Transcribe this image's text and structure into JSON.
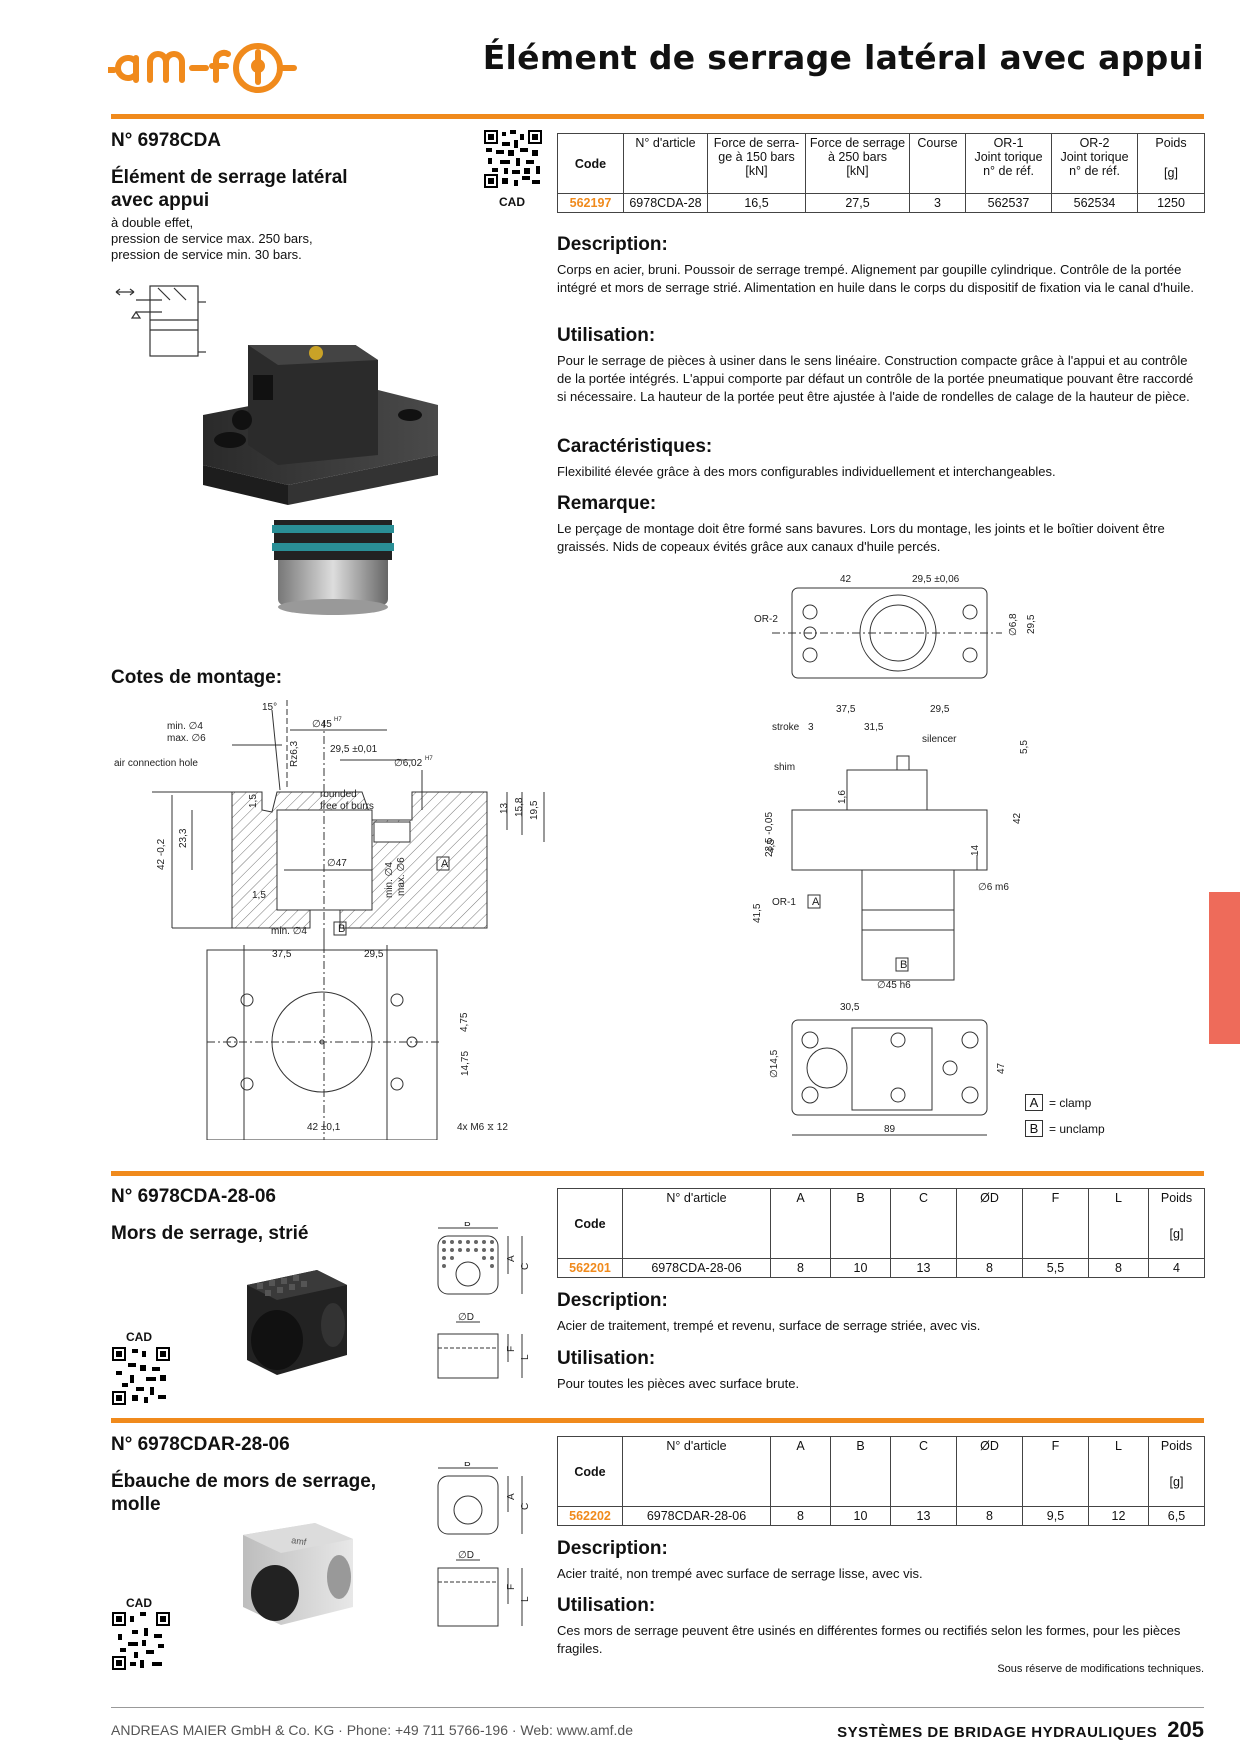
{
  "header": {
    "logo": "amf",
    "title": "Élément de serrage latéral avec appui"
  },
  "section1": {
    "number": "N° 6978CDA",
    "name_line1": "Élément de serrage latéral",
    "name_line2": "avec appui",
    "desc_line1": "à double effet,",
    "desc_line2": "pression de service max. 250 bars,",
    "desc_line3": "pression de service min. 30 bars.",
    "cad": "CAD",
    "table": {
      "headers": {
        "code": "Code",
        "article": "N° d'article",
        "force150_1": "Force de serra-",
        "force150_2": "ge à 150 bars",
        "force150_3": "[kN]",
        "force250_1": "Force de serrage",
        "force250_2": "à 250 bars",
        "force250_3": "[kN]",
        "course": "Course",
        "or1_1": "OR-1",
        "or1_2": "Joint torique",
        "or1_3": "n° de réf.",
        "or2_1": "OR-2",
        "or2_2": "Joint torique",
        "or2_3": "n° de réf.",
        "poids_1": "Poids",
        "poids_2": "[g]"
      },
      "row": {
        "code": "562197",
        "article": "6978CDA-28",
        "force150": "16,5",
        "force250": "27,5",
        "course": "3",
        "or1": "562537",
        "or2": "562534",
        "poids": "1250"
      }
    },
    "description_title": "Description:",
    "description": "Corps en acier, bruni. Poussoir de serrage trempé. Alignement par goupille cylindrique. Contrôle de la portée intégré et mors de serrage strié. Alimentation en huile dans le corps du dispositif de fixation via le canal d'huile.",
    "utilisation_title": "Utilisation:",
    "utilisation": "Pour le serrage de pièces à usiner dans le sens linéaire. Construction compacte grâce à l'appui et au contrôle de la portée intégrés. L'appui comporte par défaut un contrôle de la portée pneumatique pouvant être raccordé si nécessaire. La hauteur de la portée peut être ajustée à l'aide de rondelles de calage de la hauteur de pièce.",
    "caract_title": "Caractéristiques:",
    "caract": "Flexibilité élevée grâce à des mors configurables individuellement et interchangeables.",
    "remarque_title": "Remarque:",
    "remarque": "Le perçage de montage doit être formé sans bavures. Lors du montage, les joints et le boîtier doivent être graissés. Nids de copeaux évités grâce aux canaux d'huile percés.",
    "cotes_title": "Cotes de montage:"
  },
  "drawing_left": {
    "min4": "min. ∅4",
    "max6": "max. ∅6",
    "deg15": "15°",
    "d45": "∅45",
    "h7a": "H7",
    "d295": "29,5 ±0,01",
    "d602": "∅6,02",
    "h7b": "H7",
    "rz": "Rz6,3",
    "v15": "1,5",
    "air": "air connection hole",
    "rounded": "rounded",
    "burrs": "free of burrs",
    "v13": "13",
    "v158": "15,8",
    "v195": "19,5",
    "v233": "23,3",
    "v42": "42 -0,2",
    "d47": "∅47",
    "min4b": "min. ∅4",
    "max6b": "max. ∅6",
    "labelA": "A",
    "labelB": "B",
    "min4c": "min. ∅4",
    "v375": "37,5",
    "v295": "29,5",
    "v475a": "4,75",
    "v475b": "14,75",
    "v42b": "42 ±0,1",
    "m6": "4x M6 ⧖ 12",
    "v15b": "1,5"
  },
  "drawing_right": {
    "v42": "42",
    "v295": "29,5 ±0,06",
    "or2": "OR-2",
    "d68": "∅6,8",
    "v295b": "29,5",
    "v375": "37,5",
    "v295c": "29,5",
    "stroke": "stroke",
    "s3": "3",
    "v315": "31,5",
    "silencer": "silencer",
    "v55": "5,5",
    "shim": "shim",
    "v16": "1,6",
    "v42b": "42",
    "v235": "23,5 -0,05",
    "v45": "4,5",
    "v14": "14",
    "or1": "OR-1",
    "labelA": "A",
    "d6": "∅6 m6",
    "v415": "41,5",
    "labelB": "B",
    "d45": "∅45 h6",
    "v305": "30,5",
    "d145": "∅14,5",
    "v47": "47",
    "v89": "89",
    "legendA": "A",
    "clamp": "= clamp",
    "legendB": "B",
    "unclamp": "= unclamp"
  },
  "section2": {
    "number": "N° 6978CDA-28-06",
    "name": "Mors de serrage, strié",
    "cad": "CAD",
    "table": {
      "code": "Code",
      "article": "N° d'article",
      "a": "A",
      "b": "B",
      "c": "C",
      "d": "ØD",
      "f": "F",
      "l": "L",
      "poids": "Poids",
      "poids_unit": "[g]",
      "row": {
        "code": "562201",
        "article": "6978CDA-28-06",
        "a": "8",
        "b": "10",
        "c": "13",
        "d": "8",
        "f": "5,5",
        "l": "8",
        "poids": "4"
      }
    },
    "description_title": "Description:",
    "description": "Acier de traitement, trempé et revenu, surface de serrage striée, avec vis.",
    "utilisation_title": "Utilisation:",
    "utilisation": "Pour toutes les pièces avec surface brute.",
    "dims": {
      "b": "B",
      "a": "A",
      "c": "C",
      "d": "∅D",
      "f": "F",
      "l": "L"
    }
  },
  "section3": {
    "number": "N° 6978CDAR-28-06",
    "name_line1": "Ébauche de mors de serrage,",
    "name_line2": "molle",
    "cad": "CAD",
    "table": {
      "code": "Code",
      "article": "N° d'article",
      "a": "A",
      "b": "B",
      "c": "C",
      "d": "ØD",
      "f": "F",
      "l": "L",
      "poids": "Poids",
      "poids_unit": "[g]",
      "row": {
        "code": "562202",
        "article": "6978CDAR-28-06",
        "a": "8",
        "b": "10",
        "c": "13",
        "d": "8",
        "f": "9,5",
        "l": "12",
        "poids": "6,5"
      }
    },
    "description_title": "Description:",
    "description": "Acier traité, non trempé avec surface de serrage lisse, avec vis.",
    "utilisation_title": "Utilisation:",
    "utilisation": "Ces mors de serrage peuvent être usinés en différentes formes ou rectifiés selon les formes, pour les pièces fragiles.",
    "dims": {
      "b": "B",
      "a": "A",
      "c": "C",
      "d": "∅D",
      "f": "F",
      "l": "L"
    }
  },
  "notice": "Sous réserve de modifications techniques.",
  "footer": {
    "company": "ANDREAS MAIER GmbH & Co. KG · Phone: +49 711 5766-196 · Web: www.amf.de",
    "category": "SYSTÈMES DE BRIDAGE HYDRAULIQUES",
    "page": "205"
  },
  "colors": {
    "accent": "#f08a1c",
    "tab": "#ee6b5a"
  }
}
